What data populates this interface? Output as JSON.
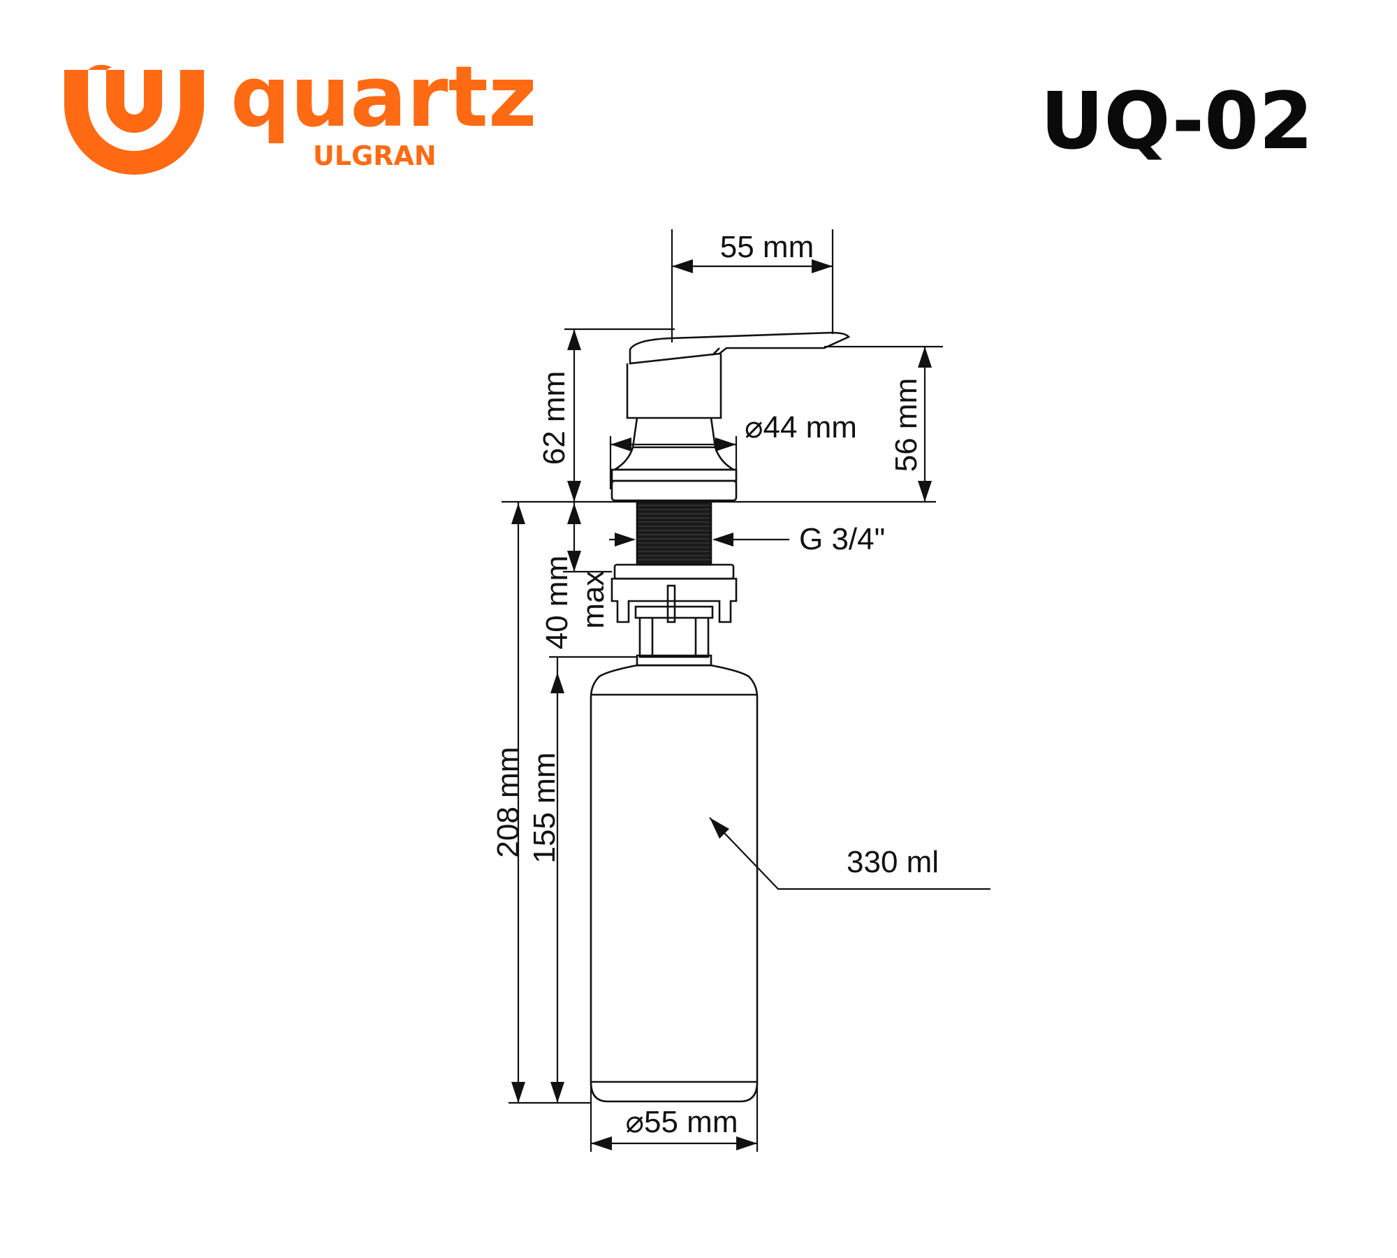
{
  "brand": {
    "name": "quartz",
    "sub": "ULGRAN",
    "color": "#ff6a13"
  },
  "model": "UQ-02",
  "dimensions": {
    "spout_reach": "55 mm",
    "head_height": "62 mm",
    "head_height_above": "56 mm",
    "base_diameter": "⌀44 mm",
    "thread": "G 3/4\"",
    "countertop_thickness": "40 mm",
    "countertop_max": "max",
    "total_below": "208 mm",
    "bottle_height": "155 mm",
    "bottle_volume": "330 ml",
    "bottle_diameter": "⌀55 mm"
  },
  "colors": {
    "ink": "#111111",
    "brand": "#ff6a13"
  }
}
